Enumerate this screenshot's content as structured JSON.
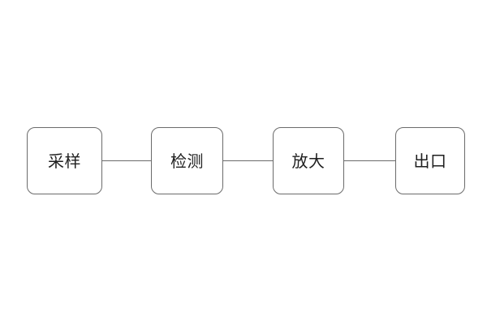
{
  "diagram": {
    "type": "horizontal-flowchart",
    "background_color": "#ffffff",
    "node_border_color": "#6b6b6b",
    "node_fill_color": "#ffffff",
    "connector_color": "#6b6b6b",
    "label_color": "#1f1f1f",
    "nodes": [
      {
        "id": "sampling",
        "label": "采样"
      },
      {
        "id": "detection",
        "label": "检测"
      },
      {
        "id": "amplification",
        "label": "放大"
      },
      {
        "id": "outlet",
        "label": "出口"
      }
    ],
    "connectors": [
      {
        "from": "sampling",
        "to": "detection"
      },
      {
        "from": "detection",
        "to": "amplification"
      },
      {
        "from": "amplification",
        "to": "outlet"
      }
    ]
  }
}
